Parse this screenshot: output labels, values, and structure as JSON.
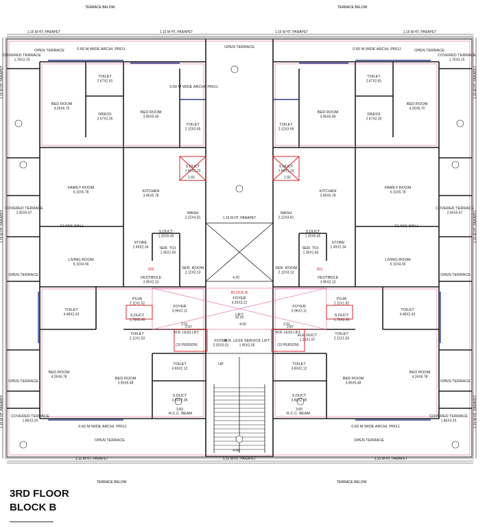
{
  "titles": {
    "floor": "3RD FLOOR",
    "block": "BLOCK B",
    "block_center": "BLOCK-B"
  },
  "top": {
    "terrace_left": "TERRACE BELOW",
    "terrace_right": "TERRACE BELOW",
    "parapets": [
      "1.15 M HT. PARAPET",
      "1.15 M HT. PARAPET",
      "1.15 M HT. PARAPET",
      "1.15 M HT. PARAPET"
    ]
  },
  "bottom": {
    "terrace_left": "TERRACE BELOW",
    "terrace_right": "TERRACE BELOW",
    "parapets": [
      "1.15 M HT. PARAPET",
      "1.15 M HT. PARAPET",
      "1.15 M HT. PARAPET"
    ]
  },
  "side_parapet": "1.15 M HT. PARAPET",
  "units": {
    "left": "302",
    "right": "301"
  },
  "rooms": [
    {
      "name": "COVERED TERRACE",
      "dim": "1.76X3.15"
    },
    {
      "name": "OPEN TERRACE",
      "dim": ""
    },
    {
      "name": "0.60 M WIDE ARCHI. PROJ.",
      "dim": ""
    },
    {
      "name": "OPEN TERRACE",
      "dim": ""
    },
    {
      "name": "TOILET",
      "dim": "2.67X2.81"
    },
    {
      "name": "BED ROOM",
      "dim": "4.26X6.70"
    },
    {
      "name": "DRESS",
      "dim": "2.67X2.26"
    },
    {
      "name": "BED ROOM",
      "dim": "3.95X5.49"
    },
    {
      "name": "0.60 M WIDE ARCHI. PROJ.",
      "dim": ""
    },
    {
      "name": "TOILET",
      "dim": "2.12X3.65"
    },
    {
      "name": "OPEN TERRACE",
      "dim": ""
    },
    {
      "name": "S.DUCT",
      "dim": "1.50X1.23"
    },
    {
      "name": "FAMILY ROOM",
      "dim": "6.10X5.78"
    },
    {
      "name": "KITCHEN",
      "dim": "3.95X5.78"
    },
    {
      "name": "COVERED TERRACE",
      "dim": "2.40X5.67"
    },
    {
      "name": "WASH",
      "dim": "2.12X4.81"
    },
    {
      "name": "GLASS WALL",
      "dim": ""
    },
    {
      "name": "S.DUCT",
      "dim": "1.20X0.45"
    },
    {
      "name": "STORE",
      "dim": "2.49X2.34"
    },
    {
      "name": "SER. TOI.",
      "dim": "1.36X1.83"
    },
    {
      "name": "LIVING ROOM",
      "dim": "6.10X4.56"
    },
    {
      "name": "SER. ROOM",
      "dim": "2.12X3.13"
    },
    {
      "name": "VESTIBULE",
      "dim": "3.95X2.13"
    },
    {
      "name": "OPEN TERRACE",
      "dim": ""
    },
    {
      "name": "PUJA",
      "dim": "2.11X1.52"
    },
    {
      "name": "FOYER",
      "dim": "3.96X2.11"
    },
    {
      "name": "TOILET",
      "dim": "4.48X2.43"
    },
    {
      "name": "S.DUCT",
      "dim": "1.78X0.45"
    },
    {
      "name": "FOYER",
      "dim": "4.20X3.21"
    },
    {
      "name": "TOILET",
      "dim": "2.11X1.53"
    },
    {
      "name": "ELE.DUCT",
      "dim": "1.25X1.97"
    },
    {
      "name": "LIFT",
      "dim": ""
    },
    {
      "name": "FOYER",
      "dim": "2.02X3.51"
    },
    {
      "name": "M.R. LESS SERVICE LIFT",
      "dim": "1.95X3.05"
    },
    {
      "name": "BED ROOM",
      "dim": "4.26X6.78"
    },
    {
      "name": "BED ROOM",
      "dim": "3.95X5.48"
    },
    {
      "name": "TOILET",
      "dim": "3.83X2.12"
    },
    {
      "name": "S.DUCT",
      "dim": "3.83X2.36"
    },
    {
      "name": "COVERED TERRACE",
      "dim": "1.86X3.25"
    },
    {
      "name": "0.60 M WIDE ARCHI. PROJ.",
      "dim": ""
    },
    {
      "name": "OPEN TERRACE",
      "dim": ""
    },
    {
      "name": "R.C.C. BEAM",
      "dim": ""
    },
    {
      "name": "UP",
      "dim": ""
    }
  ],
  "center": {
    "parapet": "1.15 M HT. PARAPET",
    "dims": [
      "4.20",
      "12.32",
      "4.50",
      "2.51",
      "2.51",
      "3.83",
      "3.83",
      "4.06",
      "1.92",
      "1.92",
      "2.87",
      "2.87"
    ],
    "lift_left": "M.R. LESS LIFT",
    "lift_left_sub": "(10 PERSON)",
    "lift_right": "M.R. LESS LIFT",
    "lift_right_sub": "(10 PERSON)"
  },
  "colors": {
    "wall": "#1a1a1a",
    "pink": "#e05aa0",
    "blue": "#2a3b8f",
    "red": "#d4202a",
    "cyan": "#2bb0d8"
  }
}
